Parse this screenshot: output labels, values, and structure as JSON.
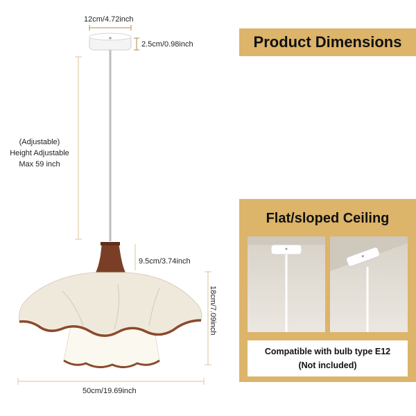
{
  "dimensions": {
    "canopy_width": "12cm/4.72inch",
    "canopy_height": "2.5cm/0.98inch",
    "height_line1": "(Adjustable)",
    "height_line2": "Height Adjustable",
    "height_line3": "Max 59 inch",
    "neck_height": "9.5cm/3.74inch",
    "shade_height": "18cm/7.09inch",
    "shade_width": "50cm/19.69inch"
  },
  "banner": {
    "title": "Product Dimensions"
  },
  "ceiling_panel": {
    "title": "Flat/sloped Ceiling",
    "bulb_line1": "Compatible with bulb type E12",
    "bulb_line2": "(Not included)"
  },
  "colors": {
    "accent_gold": "#dcb46a",
    "wood": "#7a3e26",
    "shade": "#efe9dc",
    "trim": "#8b4a2b"
  }
}
